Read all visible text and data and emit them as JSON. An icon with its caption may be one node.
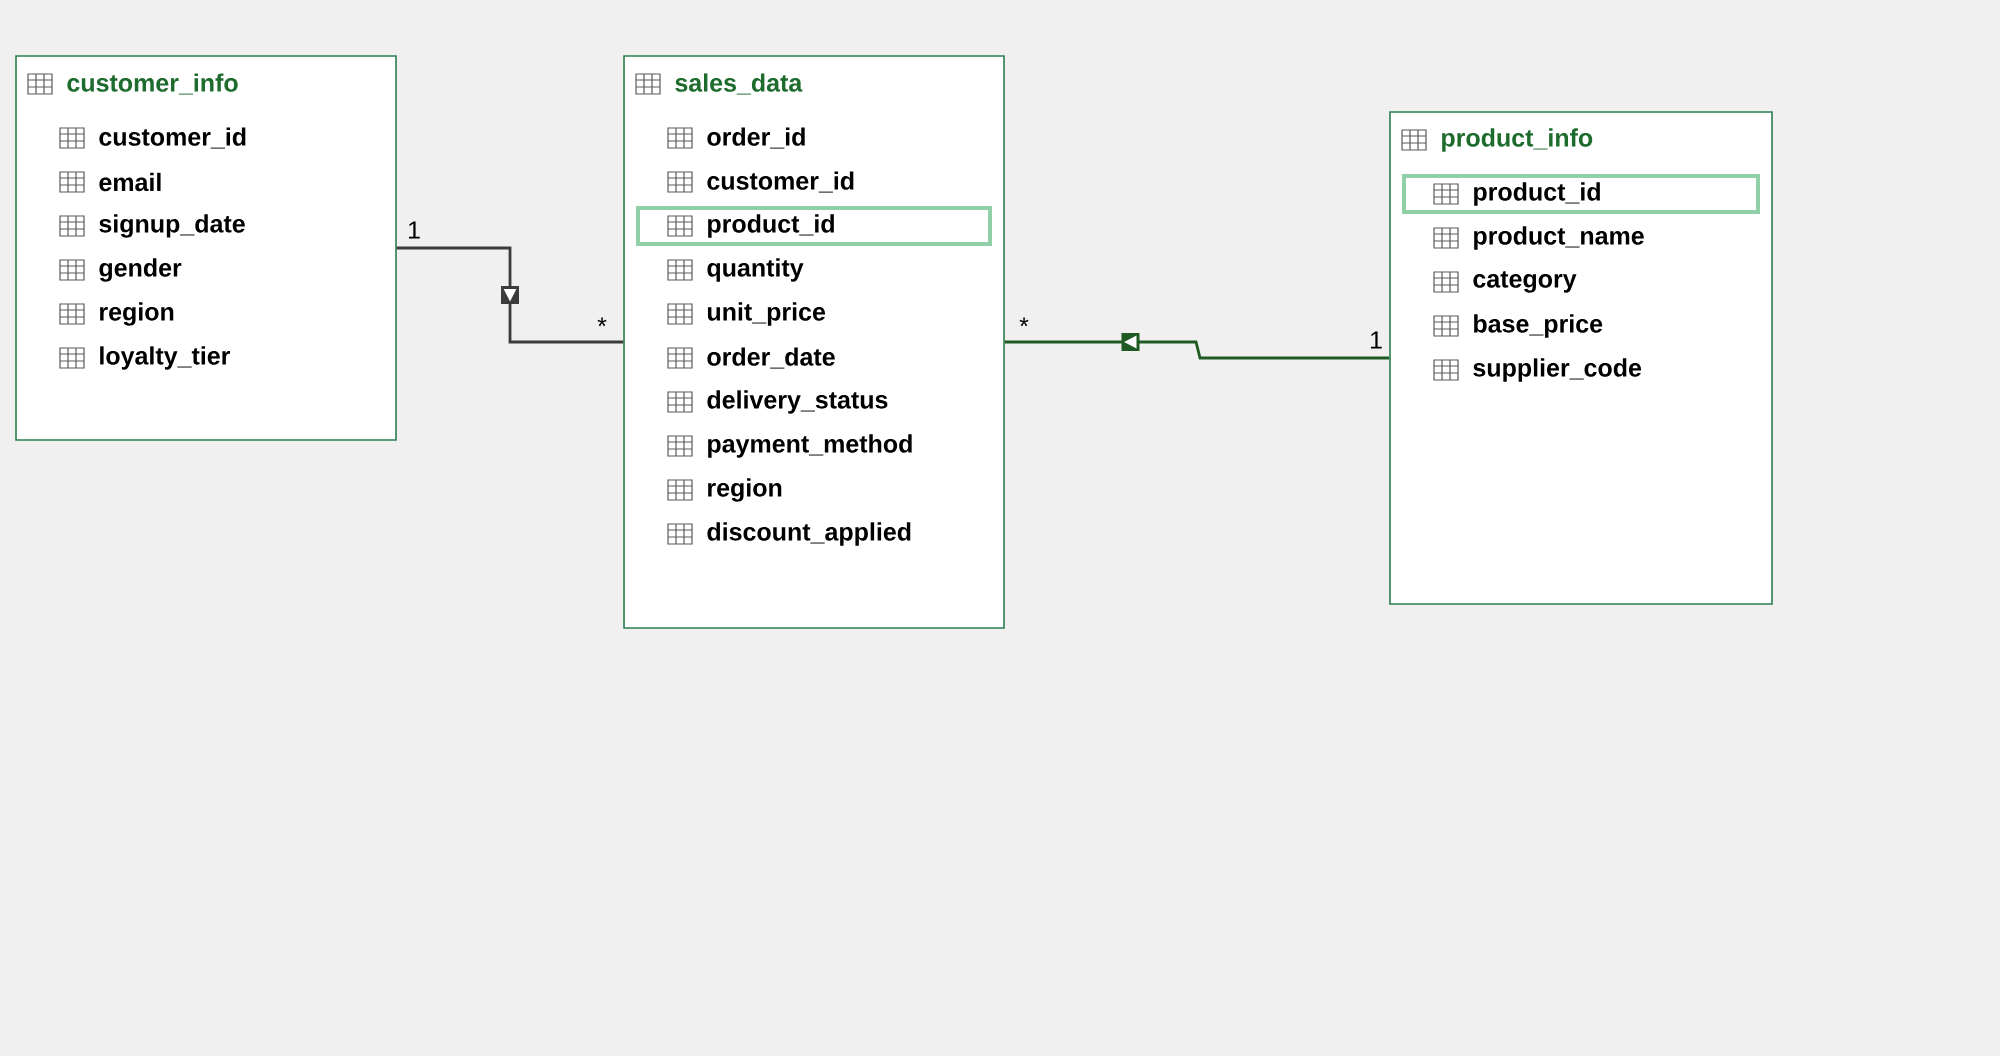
{
  "diagram": {
    "nodes": [
      {
        "text": [
          "customer_info",
          "customer_id",
          "email",
          "signup_date",
          "gender",
          "region",
          "loyalty_tier"
        ]
      },
      {
        "text": [
          "sales_data",
          "order_id",
          "customer_id",
          "quantity",
          "unit_price",
          "order_date",
          "delivery_status",
          "payment_method",
          "region",
          "discount_applied"
        ]
      },
      {
        "text": [
          "product_id"
        ],
        "in": 1
      },
      {
        "text": [
          "product_info",
          "product_name",
          "category",
          "base_price",
          "supplier_code"
        ]
      },
      {
        "text": [
          "product_id"
        ],
        "in": 3
      }
    ],
    "edges": [
      {
        "from": 0,
        "to": 1,
        "arrow": "to",
        "color": "#3c3c3c"
      },
      {
        "from": 3,
        "to": 1,
        "arrow": "to",
        "color": "#1e5a22"
      }
    ],
    "labels": [
      "1",
      "*",
      "*",
      "1"
    ]
  }
}
